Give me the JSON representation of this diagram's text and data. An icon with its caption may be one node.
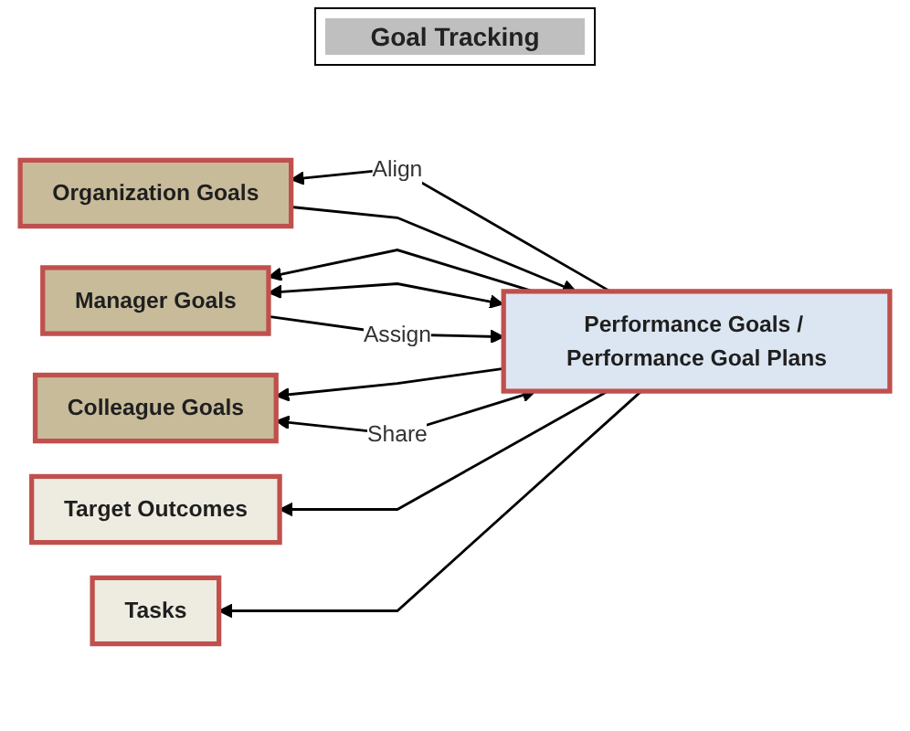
{
  "diagram": {
    "title": "Goal Tracking",
    "nodes": [
      {
        "text": [
          "Organization Goals"
        ]
      },
      {
        "text": [
          "Manager Goals"
        ]
      },
      {
        "text": [
          "Colleague Goals"
        ]
      },
      {
        "text": [
          "Performance Goals / Performance Goal Plans"
        ]
      },
      {
        "text": [
          "Target Outcomes"
        ]
      },
      {
        "text": [
          "Tasks"
        ]
      }
    ],
    "edges": [
      {
        "from": 3,
        "to": 0,
        "arrow": "to",
        "label": "Align"
      },
      {
        "from": 3,
        "to": 1,
        "arrow": "to"
      },
      {
        "from": 3,
        "to": 2,
        "arrow": "to"
      },
      {
        "from": 0,
        "to": 3,
        "arrow": "to"
      },
      {
        "from": 1,
        "to": 3,
        "arrow": "to",
        "label": "Assign"
      },
      {
        "from": 3,
        "to": 1,
        "arrow": "both"
      },
      {
        "from": 3,
        "to": 2,
        "arrow": "both",
        "label": "Share"
      },
      {
        "from": 3,
        "to": 4,
        "arrow": "to"
      },
      {
        "from": 3,
        "to": 5,
        "arrow": "to"
      }
    ]
  }
}
